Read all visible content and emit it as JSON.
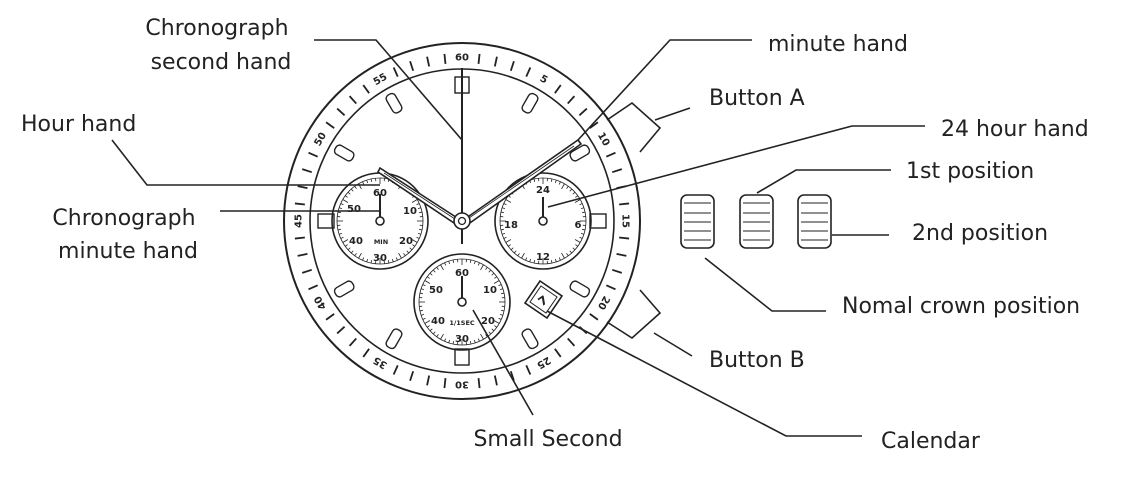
{
  "diagram": {
    "labels": {
      "chrono_second_line1": "Chronograph",
      "chrono_second_line2": "second hand",
      "minute_hand": "minute hand",
      "button_a": "Button A",
      "hour_hand": "Hour hand",
      "hour24_hand": "24 hour hand",
      "first_position": "1st position",
      "chrono_minute_line1": "Chronograph",
      "chrono_minute_line2": "minute hand",
      "second_position": "2nd position",
      "normal_crown": "Nomal crown position",
      "button_b": "Button B",
      "small_second": "Small Second",
      "calendar": "Calendar"
    },
    "bezel_numbers": [
      "60",
      "5",
      "10",
      "15",
      "20",
      "25",
      "30",
      "35",
      "40",
      "45",
      "50",
      "55"
    ],
    "left_subdial": {
      "top": "60",
      "right": "10",
      "bottom": "30",
      "left": "40",
      "upper_left": "50",
      "lower_right": "20",
      "word": "MIN"
    },
    "right_subdial": {
      "top": "24",
      "right": "6",
      "bottom": "12",
      "left": "18"
    },
    "bottom_subdial": {
      "top": "60",
      "right": "10",
      "bottom": "30",
      "left": "40",
      "upper_left": "50",
      "lower_right": "20",
      "word": "1/1SEC"
    },
    "calendar_date": "7"
  }
}
